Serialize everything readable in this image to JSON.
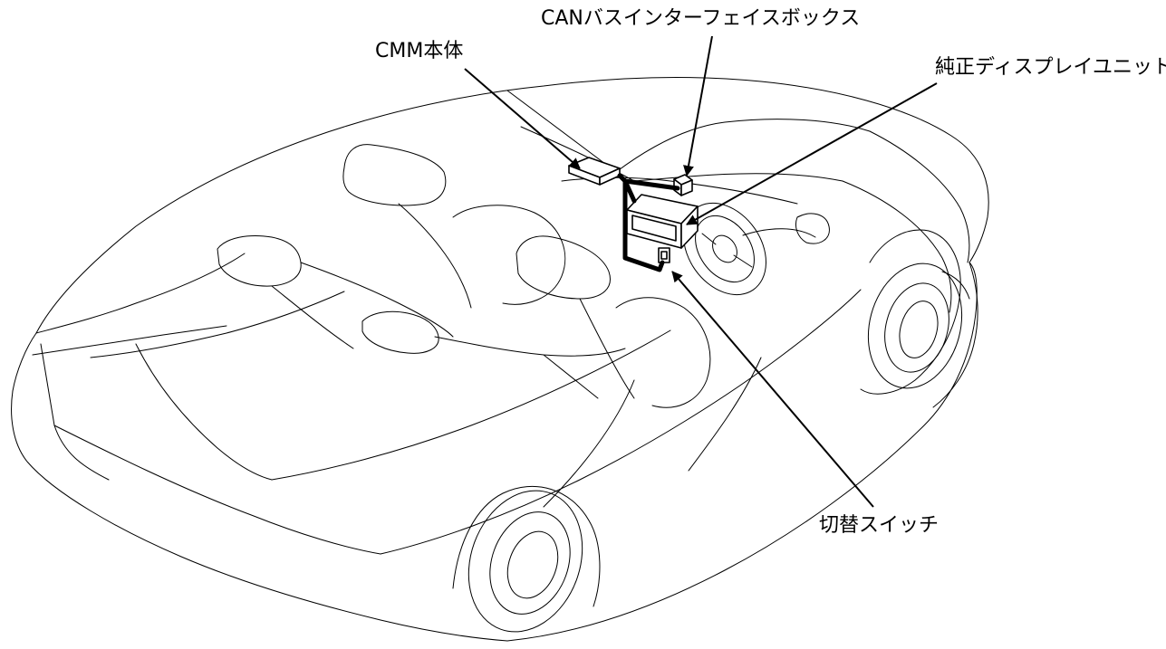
{
  "labels": {
    "cmm_unit": "CMM本体",
    "can_box": "CANバスインターフェイスボックス",
    "display_unit": "純正ディスプレイユニット",
    "switch": "切替スイッチ"
  }
}
